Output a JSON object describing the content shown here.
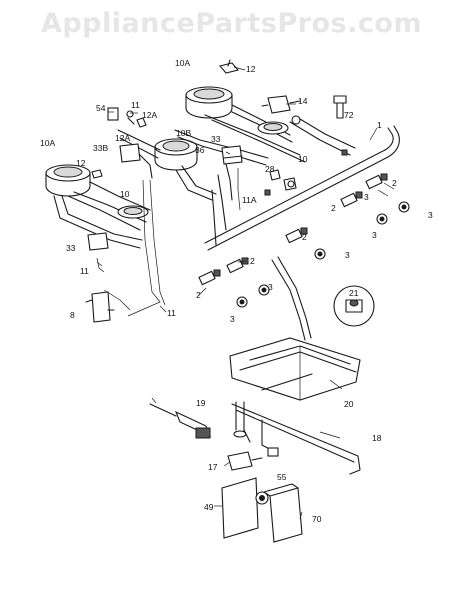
{
  "watermark": "AppliancePartsPros.com",
  "labels": {
    "p1": "1",
    "p2a": "2",
    "p2b": "2",
    "p2c": "2",
    "p2d": "2",
    "p2e": "2",
    "p3a": "3",
    "p3b": "3",
    "p3c": "3",
    "p3d": "3",
    "p3e": "3",
    "p3f": "3",
    "p8": "8",
    "p10a1": "10A",
    "p10a2": "10A",
    "p10b": "10B",
    "p10c": "10",
    "p10d": "10",
    "p11a": "11",
    "p11b": "11",
    "p11c": "11",
    "p11A": "11A",
    "p12a": "12",
    "p12b": "12",
    "p12A1": "12A",
    "p12A2": "12A",
    "p14": "14",
    "p17": "17",
    "p18": "18",
    "p19": "19",
    "p20": "20",
    "p21": "21",
    "p28": "28",
    "p33a": "33",
    "p33b": "33",
    "p33B": "33B",
    "p36": "36",
    "p49": "49",
    "p54": "54",
    "p55": "55",
    "p70": "70",
    "p72": "72"
  }
}
